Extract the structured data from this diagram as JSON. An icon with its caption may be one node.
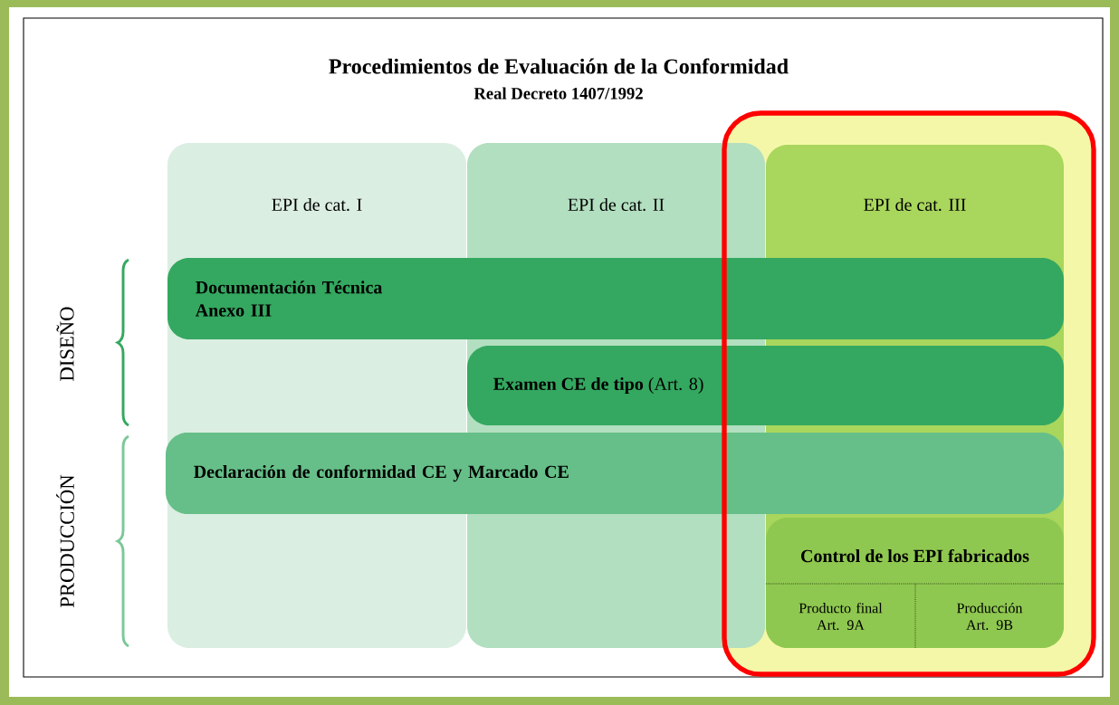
{
  "diagram": {
    "title": "Procedimientos de Evaluación de la Conformidad",
    "nodes": [
      {
        "text": [
          "EPI de cat. I"
        ]
      },
      {
        "text": [
          "EPI de cat. II"
        ]
      },
      {
        "text": [
          "EPI de cat. III"
        ]
      },
      {
        "text": [
          "Documentación Técnica Anexo III"
        ]
      },
      {
        "text": [
          "**Examen CE de tipo** (Art. 8)"
        ]
      },
      {
        "text": [
          "Declaración de conformidad CE y Marcado CE"
        ]
      },
      {
        "text": [
          "Control de los EPI fabricados",
          "Producto final Art. 9A",
          "Producción Art. 9B"
        ],
        "in": 2
      }
    ],
    "labels": [
      "Real Decreto 1407/1992",
      "DISEÑO",
      "PRODUCCIÓN"
    ]
  }
}
